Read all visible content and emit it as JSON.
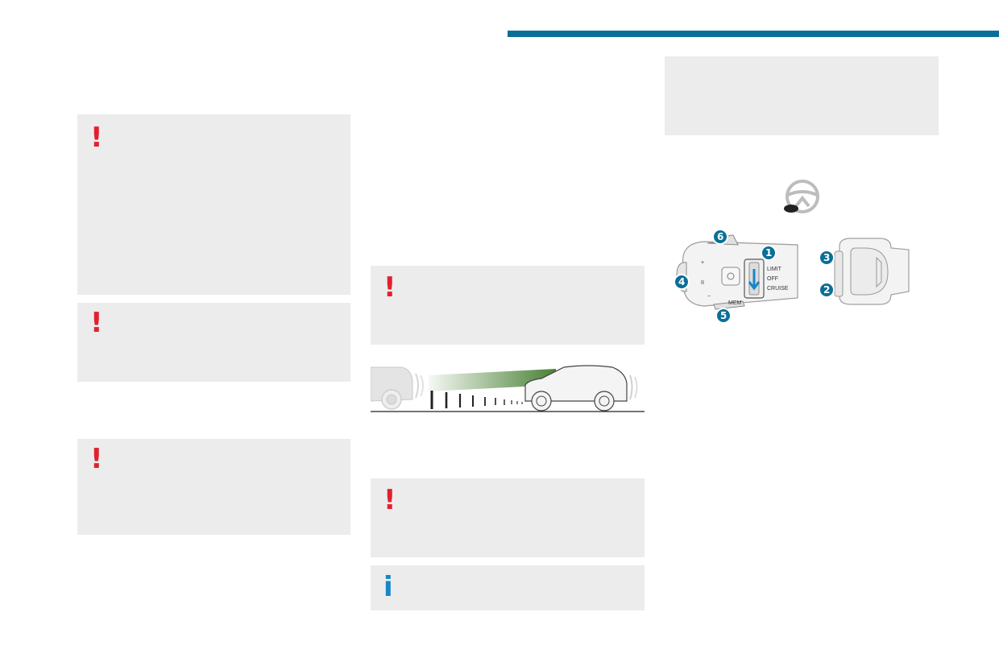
{
  "colors": {
    "accent": "#0a6f96",
    "warning": "#e1202f",
    "info": "#1686c8",
    "box_background": "#ececec"
  },
  "notes": {
    "warning_glyph": "!",
    "info_glyph": "i",
    "icons": [
      "warning-icon",
      "info-icon"
    ]
  },
  "stalk_diagram": {
    "selector_labels": [
      "LIMIT",
      "OFF",
      "CRUISE"
    ],
    "mem_label": "MEM",
    "plus_label": "+",
    "minus_label": "−",
    "pause_label": "II",
    "callouts": [
      "1",
      "2",
      "3",
      "4",
      "5",
      "6"
    ]
  }
}
